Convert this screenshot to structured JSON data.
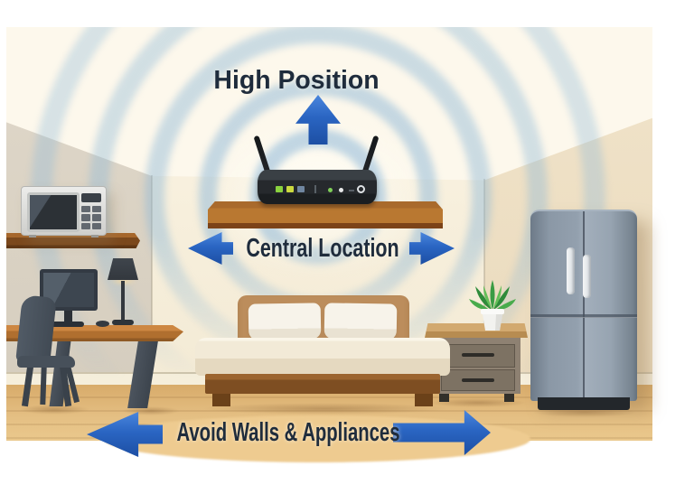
{
  "labels": {
    "high_position": "High Position",
    "central_location": "Central Location",
    "avoid_walls_appliances": "Avoid Walls & Appliances"
  },
  "colors": {
    "arrow_blue": "#2a65c2",
    "arrow_blue_dark": "#1d4fa4",
    "label_text": "#1f2c3c",
    "wifi_ring_blue": "#8eb8d8",
    "wall_cream": "#f7efdc",
    "left_wall": "#d9d1c2",
    "right_wall": "#edddc0",
    "floor_tan": "#ddb174",
    "floor_highlight": "#eecb90",
    "shelf_wood": "#b1722f",
    "router_black": "#26292d",
    "fridge_gray": "#8b98a6",
    "led_green": "#8ad23f",
    "led_yellow_green": "#ccd93f",
    "led_blue": "#7086a0",
    "plant_green": "#3a9c44",
    "bed_linen": "#f2ecdc",
    "wood_brown": "#8a5526"
  },
  "objects": [
    "wifi-router",
    "router-shelf",
    "wifi-signal-rings",
    "microwave",
    "wall-shelf",
    "computer-monitor",
    "desk-lamp",
    "computer-mouse",
    "desk",
    "office-chair",
    "bed",
    "pillows",
    "nightstand",
    "potted-plant",
    "refrigerator",
    "wood-floor"
  ]
}
